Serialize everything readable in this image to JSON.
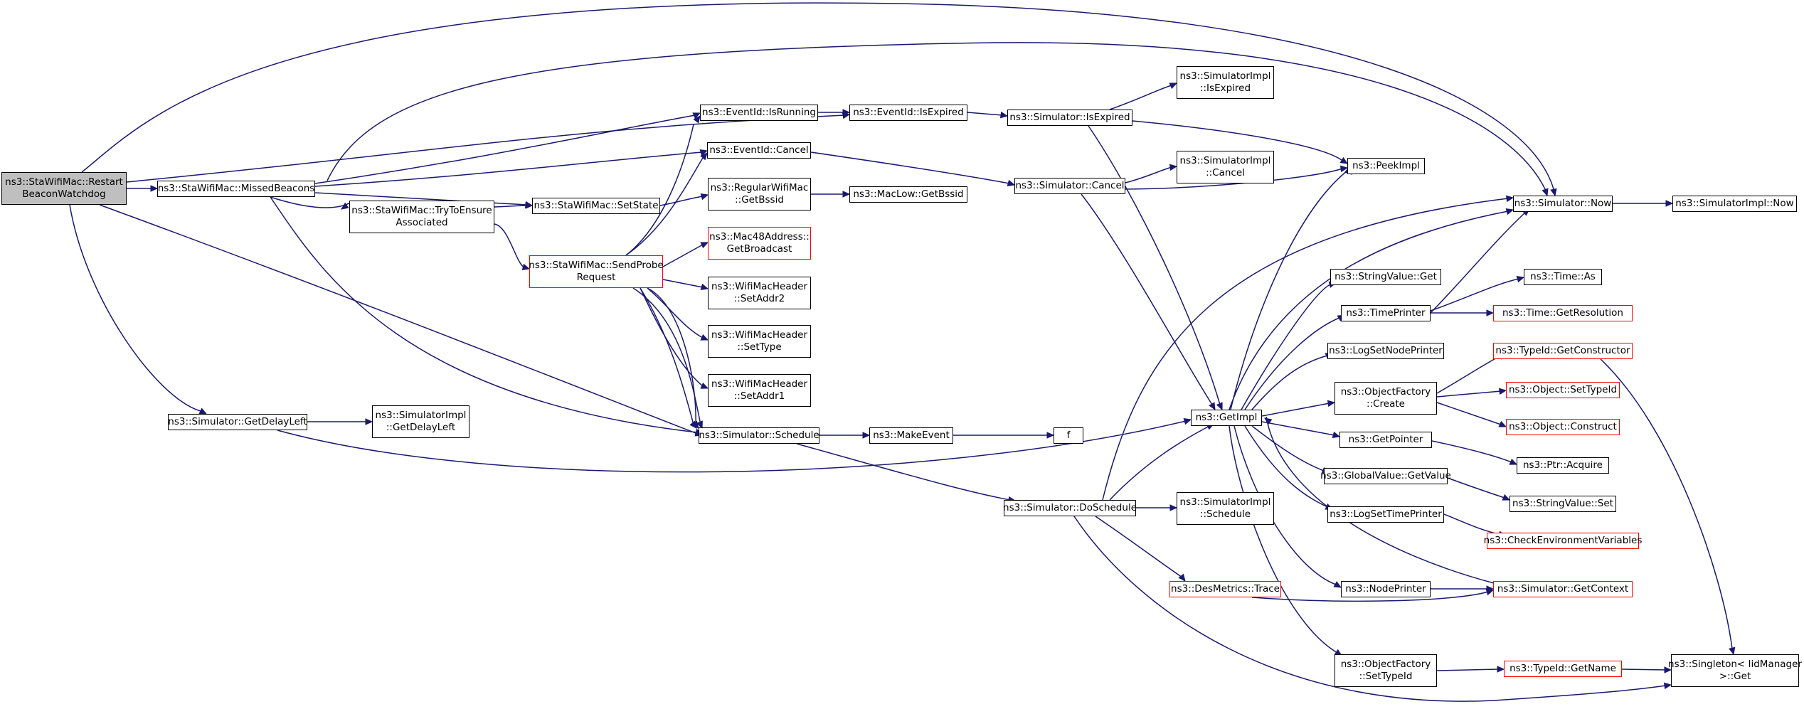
{
  "colors": {
    "edge": "#191970",
    "box_border": "#000000",
    "box_border_incomplete": "#ff0000",
    "root_fill": "#bfbfbf"
  },
  "nodes": {
    "restart": [
      "ns3::StaWifiMac::Restart",
      "BeaconWatchdog"
    ],
    "missed": [
      "ns3::StaWifiMac::MissedBeacons"
    ],
    "getdelay": [
      "ns3::Simulator::GetDelayLeft"
    ],
    "implgetdelay": [
      "ns3::SimulatorImpl",
      "::GetDelayLeft"
    ],
    "tryensure": [
      "ns3::StaWifiMac::TryToEnsure",
      "Associated"
    ],
    "setstate": [
      "ns3::StaWifiMac::SetState"
    ],
    "sendprobe": [
      "ns3::StaWifiMac::SendProbe",
      "Request"
    ],
    "isrunning": [
      "ns3::EventId::IsRunning"
    ],
    "evcancel": [
      "ns3::EventId::Cancel"
    ],
    "regbssid": [
      "ns3::RegularWifiMac",
      "::GetBssid"
    ],
    "mac48": [
      "ns3::Mac48Address::",
      "GetBroadcast"
    ],
    "setaddr2": [
      "ns3::WifiMacHeader",
      "::SetAddr2"
    ],
    "settype": [
      "ns3::WifiMacHeader",
      "::SetType"
    ],
    "setaddr1": [
      "ns3::WifiMacHeader",
      "::SetAddr1"
    ],
    "schedule": [
      "ns3::Simulator::Schedule"
    ],
    "evexpired": [
      "ns3::EventId::IsExpired"
    ],
    "maclowbssid": [
      "ns3::MacLow::GetBssid"
    ],
    "makeevent": [
      "ns3::MakeEvent"
    ],
    "f": [
      "f"
    ],
    "simexpired": [
      "ns3::Simulator::IsExpired"
    ],
    "simcancel": [
      "ns3::Simulator::Cancel"
    ],
    "doschedule": [
      "ns3::Simulator::DoSchedule"
    ],
    "implexpired": [
      "ns3::SimulatorImpl",
      "::IsExpired"
    ],
    "implcancel": [
      "ns3::SimulatorImpl",
      "::Cancel"
    ],
    "implschedule": [
      "ns3::SimulatorImpl",
      "::Schedule"
    ],
    "desmetrics": [
      "ns3::DesMetrics::Trace"
    ],
    "peekimpl": [
      "ns3::PeekImpl"
    ],
    "getimpl": [
      "ns3::GetImpl"
    ],
    "strget": [
      "ns3::StringValue::Get"
    ],
    "timeprinter": [
      "ns3::TimePrinter"
    ],
    "lognodeprinter": [
      "ns3::LogSetNodePrinter"
    ],
    "ofcreate": [
      "ns3::ObjectFactory",
      "::Create"
    ],
    "getpointer": [
      "ns3::GetPointer"
    ],
    "gvgetvalue": [
      "ns3::GlobalValue::GetValue"
    ],
    "logtimeprinter": [
      "ns3::LogSetTimePrinter"
    ],
    "nodeprinter": [
      "ns3::NodePrinter"
    ],
    "ofsettypeid": [
      "ns3::ObjectFactory",
      "::SetTypeId"
    ],
    "now": [
      "ns3::Simulator::Now"
    ],
    "implnow": [
      "ns3::SimulatorImpl::Now"
    ],
    "timeas": [
      "ns3::Time::As"
    ],
    "timeres": [
      "ns3::Time::GetResolution"
    ],
    "getctor": [
      "ns3::TypeId::GetConstructor"
    ],
    "objsettypeid": [
      "ns3::Object::SetTypeId"
    ],
    "objconstruct": [
      "ns3::Object::Construct"
    ],
    "ptracquire": [
      "ns3::Ptr::Acquire"
    ],
    "strset": [
      "ns3::StringValue::Set"
    ],
    "checkenv": [
      "ns3::CheckEnvironmentVariables"
    ],
    "getcontext": [
      "ns3::Simulator::GetContext"
    ],
    "getname": [
      "ns3::TypeId::GetName"
    ],
    "singleton": [
      "ns3::Singleton< IidManager",
      ">::Get"
    ]
  }
}
